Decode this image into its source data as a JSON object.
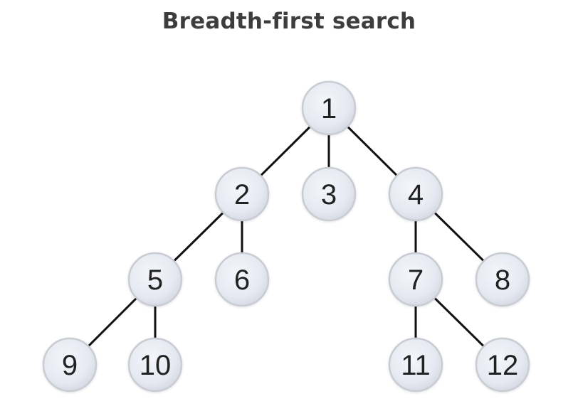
{
  "title": "Breadth-first search",
  "colors": {
    "node_fill": "#e6e9f1",
    "node_border": "#c9ccd3",
    "edge": "#111111",
    "text": "#222222",
    "title": "#3d3d3d"
  },
  "nodes": [
    {
      "id": "n1",
      "label": "1"
    },
    {
      "id": "n2",
      "label": "2"
    },
    {
      "id": "n3",
      "label": "3"
    },
    {
      "id": "n4",
      "label": "4"
    },
    {
      "id": "n5",
      "label": "5"
    },
    {
      "id": "n6",
      "label": "6"
    },
    {
      "id": "n7",
      "label": "7"
    },
    {
      "id": "n8",
      "label": "8"
    },
    {
      "id": "n9",
      "label": "9"
    },
    {
      "id": "n10",
      "label": "10"
    },
    {
      "id": "n11",
      "label": "11"
    },
    {
      "id": "n12",
      "label": "12"
    }
  ],
  "edges": [
    {
      "from": "n1",
      "to": "n2"
    },
    {
      "from": "n1",
      "to": "n3"
    },
    {
      "from": "n1",
      "to": "n4"
    },
    {
      "from": "n2",
      "to": "n5"
    },
    {
      "from": "n2",
      "to": "n6"
    },
    {
      "from": "n4",
      "to": "n7"
    },
    {
      "from": "n4",
      "to": "n8"
    },
    {
      "from": "n5",
      "to": "n9"
    },
    {
      "from": "n5",
      "to": "n10"
    },
    {
      "from": "n7",
      "to": "n11"
    },
    {
      "from": "n7",
      "to": "n12"
    }
  ]
}
